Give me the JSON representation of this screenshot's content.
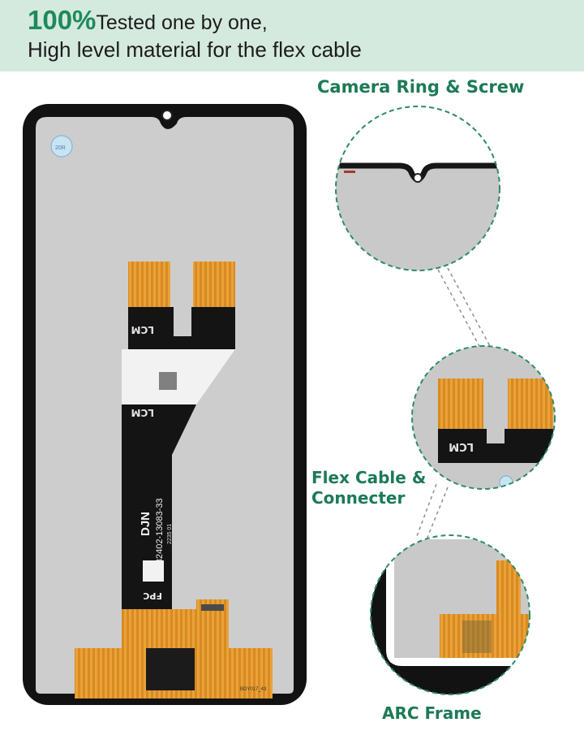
{
  "banner": {
    "highlight": "100%",
    "line1": "Tested one by one,",
    "line2": "High level material for the flex cable",
    "background": "#d5eadf",
    "highlight_color": "#1e8a5b"
  },
  "callouts": {
    "camera": "Camera Ring & Screw",
    "flex_line1": "Flex Cable &",
    "flex_line2": "Connecter",
    "arc": "ARC Frame",
    "color": "#1d7a56"
  },
  "cable": {
    "lcm_label": "LCM",
    "brand": "DJN",
    "part_number": "15-32402-13083-33",
    "date_code": "2235 01",
    "fpc_label": "FPC",
    "code_small": "BDY017_43"
  }
}
